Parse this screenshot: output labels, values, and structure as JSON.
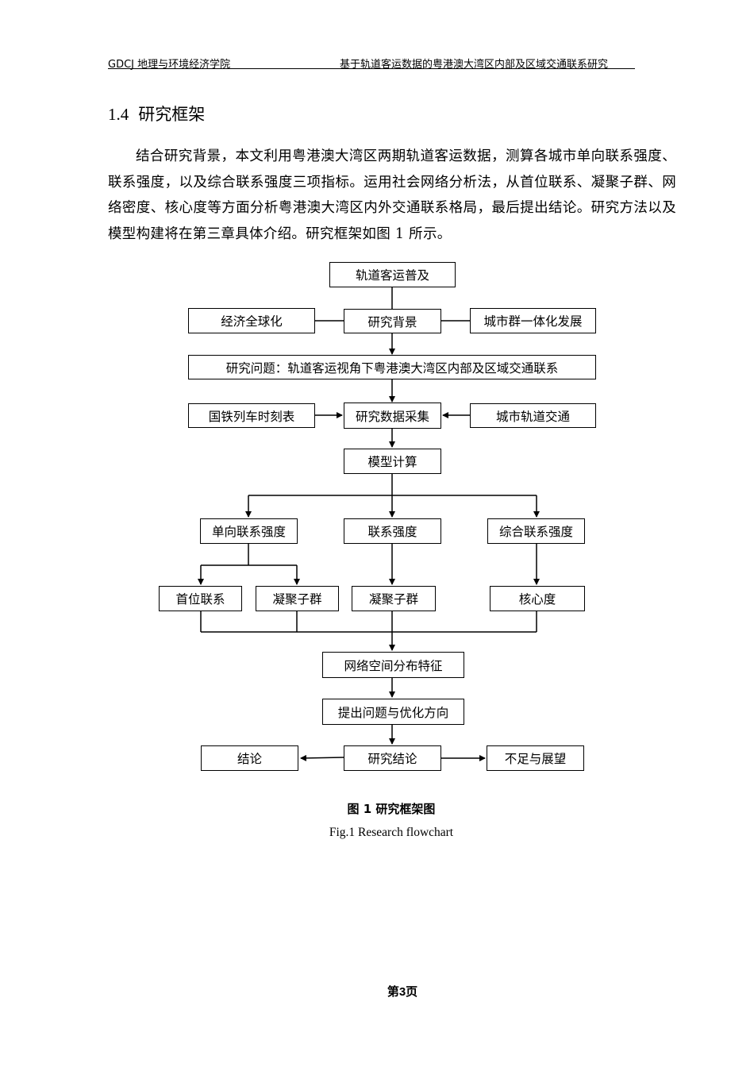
{
  "header": {
    "left": "GDCJ 地理与环境经济学院",
    "right": "基于轨道客运数据的粤港澳大湾区内部及区域交通联系研究"
  },
  "section": {
    "number": "1.4",
    "title": "研究框架"
  },
  "paragraph": "结合研究背景，本文利用粤港澳大湾区两期轨道客运数据，测算各城市单向联系强度、联系强度，以及综合联系强度三项指标。运用社会网络分析法，从首位联系、凝聚子群、网络密度、核心度等方面分析粤港澳大湾区内外交通联系格局，最后提出结论。研究方法以及模型构建将在第三章具体介绍。研究框架如图 1 所示。",
  "flowchart": {
    "rail_popularization": "轨道客运普及",
    "globalization": "经济全球化",
    "research_background": "研究背景",
    "city_cluster": "城市群一体化发展",
    "research_question": "研究问题：轨道客运视角下粤港澳大湾区内部及区域交通联系",
    "train_timetable": "国铁列车时刻表",
    "data_collection": "研究数据采集",
    "urban_rail": "城市轨道交通",
    "model_calc": "模型计算",
    "one_way_strength": "单向联系强度",
    "link_strength": "联系强度",
    "composite_strength": "综合联系强度",
    "primary_link": "首位联系",
    "cohesive_subgroup_1": "凝聚子群",
    "cohesive_subgroup_2": "凝聚子群",
    "coreness": "核心度",
    "network_features": "网络空间分布特征",
    "problems_optimization": "提出问题与优化方向",
    "conclusion": "结论",
    "research_conclusion": "研究结论",
    "limitations_outlook": "不足与展望"
  },
  "caption": {
    "cn": "图 1 研究框架图",
    "en": "Fig.1 Research flowchart"
  },
  "footer": {
    "page": "第3页"
  }
}
